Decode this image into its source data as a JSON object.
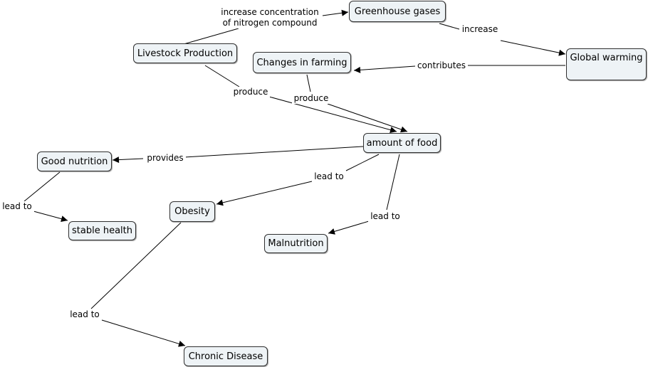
{
  "concepts": {
    "greenhouse_gases": "Greenhouse gases",
    "livestock_production": "Livestock Production",
    "changes_in_farming": "Changes in farming",
    "global_warming": "Global warming",
    "amount_of_food": "amount of food",
    "good_nutrition": "Good nutrition",
    "stable_health": "stable health",
    "obesity": "Obesity",
    "malnutrition": "Malnutrition",
    "chronic_disease": "Chronic Disease"
  },
  "links": {
    "increase_concentration": "increase concentration\nof nitrogen compound",
    "increase": "increase",
    "contributes": "contributes",
    "produce_livestock": "produce",
    "produce_farming": "produce",
    "provides": "provides",
    "lead_to_stable_health": "lead to",
    "lead_to_obesity": "lead to",
    "lead_to_malnutrition": "lead to",
    "lead_to_chronic_disease": "lead to"
  },
  "colors": {
    "node_fill": "#eef3f6",
    "node_border": "#2f2f2f",
    "line": "#000000"
  }
}
